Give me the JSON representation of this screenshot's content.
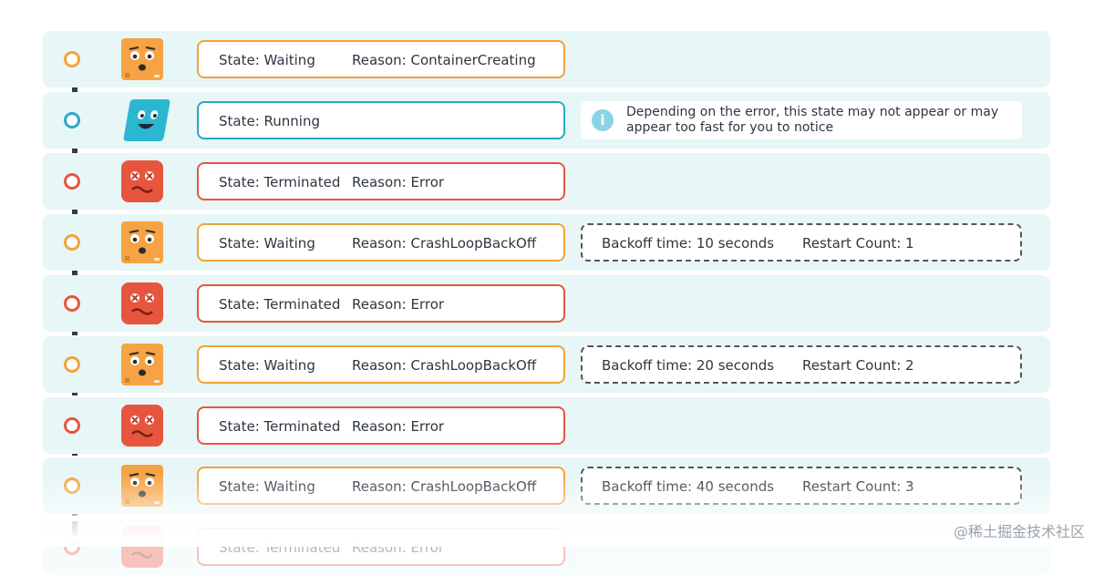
{
  "colors": {
    "waiting": "#f2a33a",
    "running": "#2aa9c7",
    "terminated": "#e8553f",
    "row_background": "#e7f6f6",
    "timeline": "#343b45"
  },
  "rows": [
    {
      "kind": "waiting",
      "icon": "worried-orange-square-character-icon",
      "state": "State: Waiting",
      "reason": "Reason: ContainerCreating"
    },
    {
      "kind": "running",
      "icon": "happy-blue-running-character-icon",
      "state": "State: Running",
      "reason": "",
      "note": "Depending on the error, this state may not appear or may appear too fast for you to notice"
    },
    {
      "kind": "terminated",
      "icon": "dizzy-red-character-icon",
      "state": "State: Terminated",
      "reason": "Reason: Error"
    },
    {
      "kind": "waiting",
      "icon": "worried-orange-square-character-icon",
      "state": "State: Waiting",
      "reason": "Reason: CrashLoopBackOff",
      "backoff": "Backoff time: 10 seconds",
      "restart": "Restart Count: 1"
    },
    {
      "kind": "terminated",
      "icon": "dizzy-red-character-icon",
      "state": "State: Terminated",
      "reason": "Reason: Error"
    },
    {
      "kind": "waiting",
      "icon": "worried-orange-square-character-icon",
      "state": "State: Waiting",
      "reason": "Reason: CrashLoopBackOff",
      "backoff": "Backoff time: 20 seconds",
      "restart": "Restart Count: 2"
    },
    {
      "kind": "terminated",
      "icon": "dizzy-red-character-icon",
      "state": "State: Terminated",
      "reason": "Reason: Error"
    },
    {
      "kind": "waiting",
      "icon": "worried-orange-square-character-icon",
      "state": "State: Waiting",
      "reason": "Reason: CrashLoopBackOff",
      "backoff": "Backoff time: 40 seconds",
      "restart": "Restart Count: 3"
    },
    {
      "kind": "terminated",
      "icon": "dizzy-red-character-icon",
      "state": "State: Terminated",
      "reason": "Reason: Error",
      "faded": true
    }
  ],
  "watermark": "@稀土掘金技术社区"
}
